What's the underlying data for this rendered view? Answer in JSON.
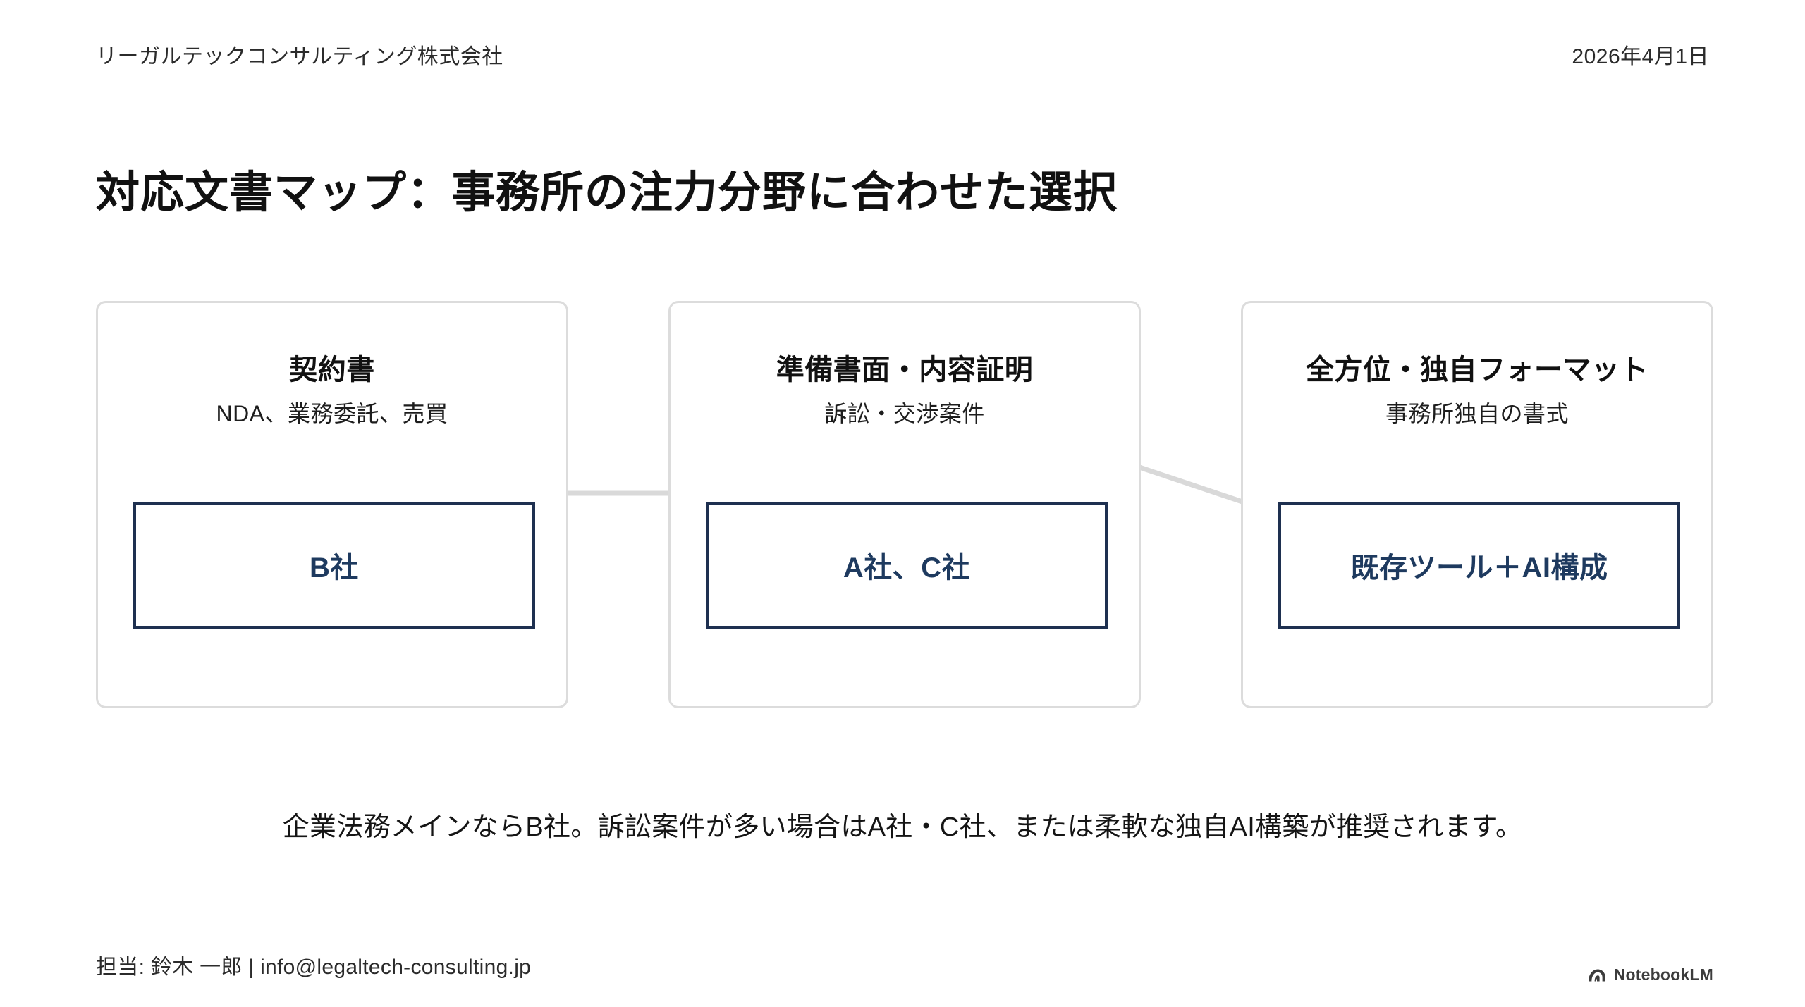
{
  "header": {
    "company": "リーガルテックコンサルティング株式会社",
    "date": "2026年4月1日"
  },
  "title": "対応文書マップ：事務所の注力分野に合わせた選択",
  "cards": [
    {
      "title": "契約書",
      "subtitle": "NDA、業務委託、売買",
      "value": "B社"
    },
    {
      "title": "準備書面・内容証明",
      "subtitle": "訴訟・交渉案件",
      "value": "A社、C社"
    },
    {
      "title": "全方位・独自フォーマット",
      "subtitle": "事務所独自の書式",
      "value": "既存ツール＋AI構成"
    }
  ],
  "summary": "企業法務メインならB社。訴訟案件が多い場合はA社・C社、または柔軟な独自AI構築が推奨されます。",
  "footer": {
    "contact": "担当: 鈴木 一郎 | info@legaltech-consulting.jp",
    "watermark": "NotebookLM"
  },
  "colors": {
    "accent": "#1e3a5f",
    "box_border": "#1e3050",
    "card_border": "#dcdcdc",
    "connector": "#d9d9d9",
    "text": "#111111",
    "background": "#ffffff"
  }
}
